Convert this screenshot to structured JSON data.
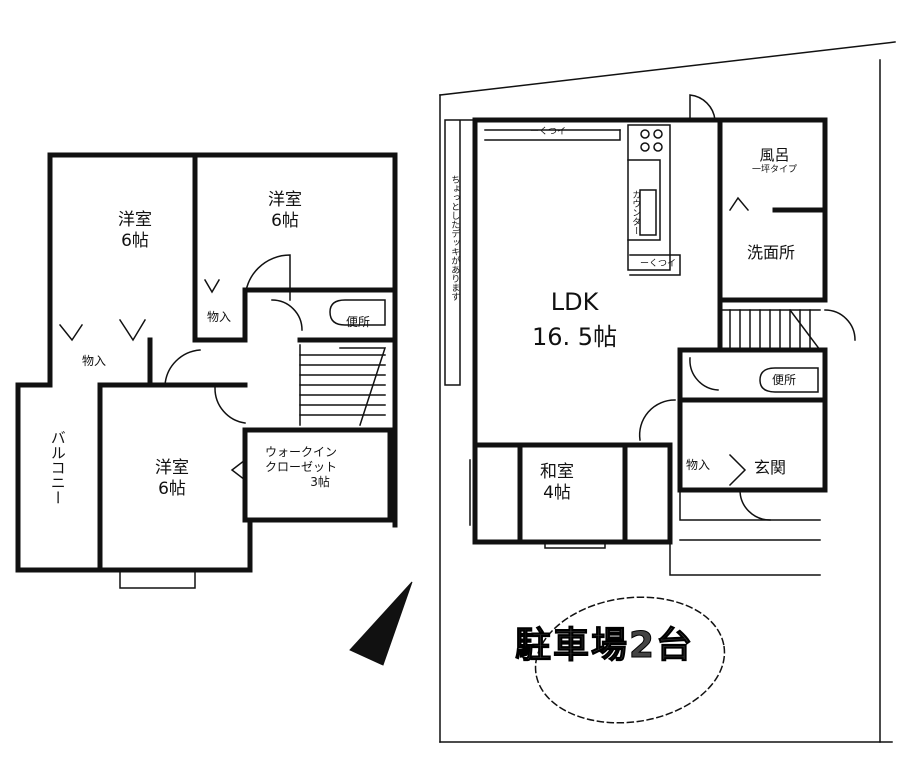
{
  "floor2": {
    "room_nw": {
      "name": "洋室",
      "size": "6帖"
    },
    "room_ne": {
      "name": "洋室",
      "size": "6帖"
    },
    "room_s": {
      "name": "洋室",
      "size": "6帖"
    },
    "storage_left": "物入",
    "storage_mid": "物入",
    "toilet": "便所",
    "walk_in_closet": {
      "line1": "ウォークイン",
      "line2": "クローゼット",
      "size": "3帖"
    },
    "balcony": "バルコニー"
  },
  "floor1": {
    "ldk": {
      "name": "LDK",
      "size": "16. 5帖"
    },
    "bath": {
      "name": "風呂",
      "note": "一坪タイプ"
    },
    "washroom": "洗面所",
    "toilet": "便所",
    "japanese_room": {
      "name": "和室",
      "size": "4帖"
    },
    "storage": "物入",
    "entrance": "玄関",
    "counter": "カウンター",
    "cabinet_top": "ーくつイ",
    "cabinet_bottom": "ーくつイ",
    "side_note": "ちょっとしたデッキがあります"
  },
  "site": {
    "parking": "駐車場2台"
  }
}
